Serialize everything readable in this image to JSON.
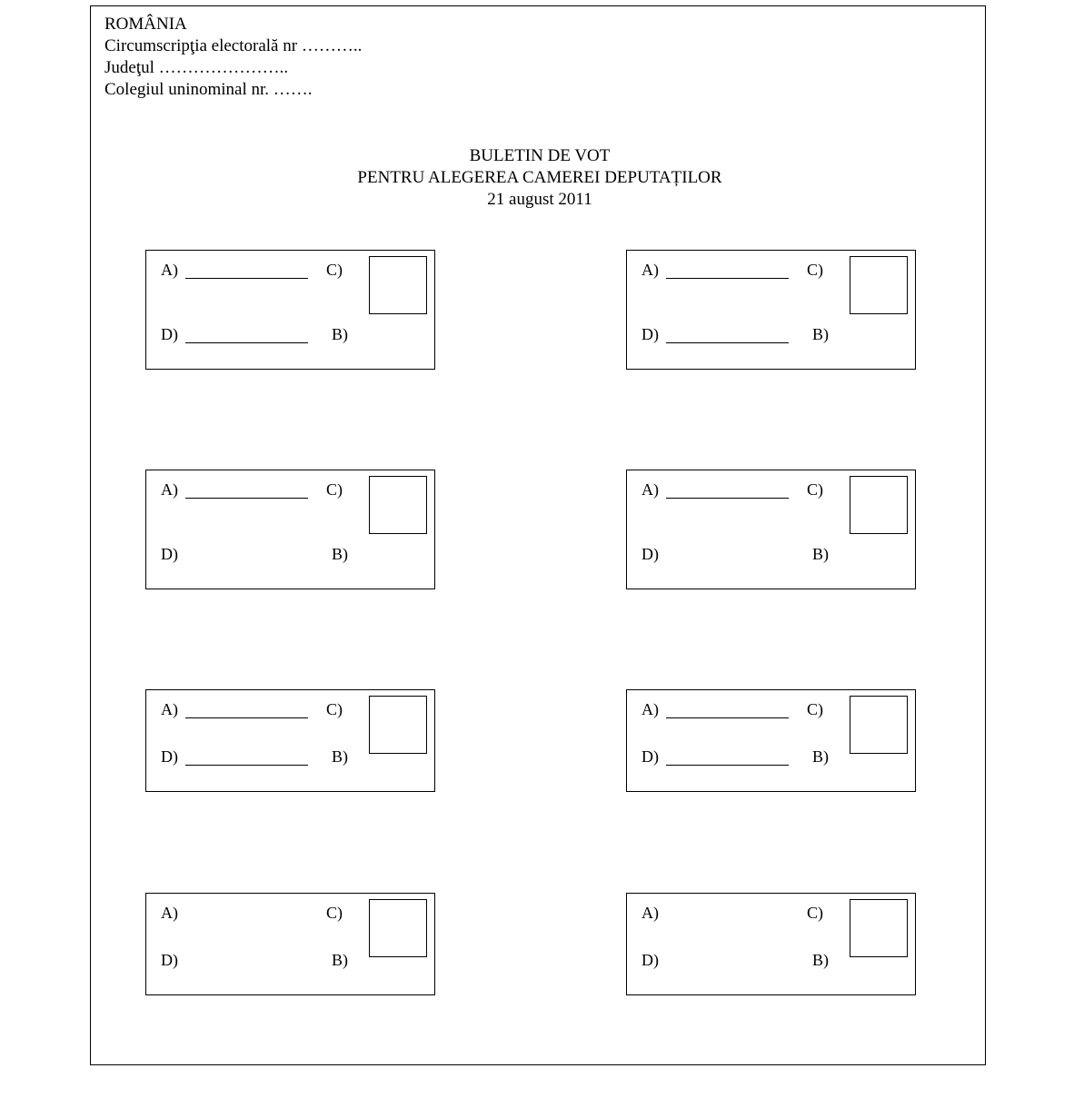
{
  "header": {
    "country": "ROMÂNIA",
    "constituency": "Circumscripţia electorală nr ………..",
    "county": "Judeţul …………………..",
    "college": "Colegiul uninominal nr. ……."
  },
  "title": {
    "line1": "BULETIN DE VOT",
    "line2": "PENTRU ALEGEREA CAMEREI DEPUTAȚILOR",
    "date": "21 august 2011"
  },
  "labels": {
    "a": "A)",
    "b": "B)",
    "c": "C)",
    "d": "D)"
  },
  "boxes": [
    {
      "a_line": true,
      "d_line": true
    },
    {
      "a_line": true,
      "d_line": true
    },
    {
      "a_line": true,
      "d_line": false
    },
    {
      "a_line": true,
      "d_line": false
    },
    {
      "a_line": true,
      "d_line": true
    },
    {
      "a_line": true,
      "d_line": true
    },
    {
      "a_line": false,
      "d_line": false
    },
    {
      "a_line": false,
      "d_line": false
    }
  ]
}
